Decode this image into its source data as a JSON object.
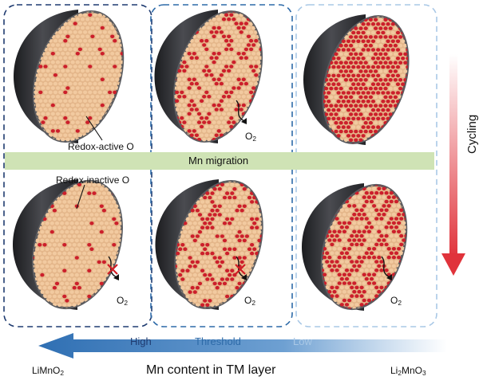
{
  "labels": {
    "redox_active": "Redox-active O",
    "redox_inactive": "Redox-inactive O",
    "mn_migration": "Mn migration",
    "cycling": "Cycling",
    "o2": "O",
    "o2_sub": "2",
    "high": "High",
    "threshold": "Threshold",
    "low": "Low",
    "axis": "Mn content in TM layer",
    "left_formula_a": "LiMnO",
    "left_formula_sub": "2",
    "right_formula_a": "Li",
    "right_formula_sub1": "2",
    "right_formula_b": "MnO",
    "right_formula_sub2": "3"
  },
  "colors": {
    "tan": "#f2caa0",
    "red": "#cc1f2b",
    "shell": "#2f3033",
    "migration_band": "#cfe3b5",
    "dark_blue": "#1f3b70",
    "mid_blue": "#2d6aa8",
    "light_blue": "#a9c8e6",
    "cycling_arrow": "#e0333b"
  }
}
